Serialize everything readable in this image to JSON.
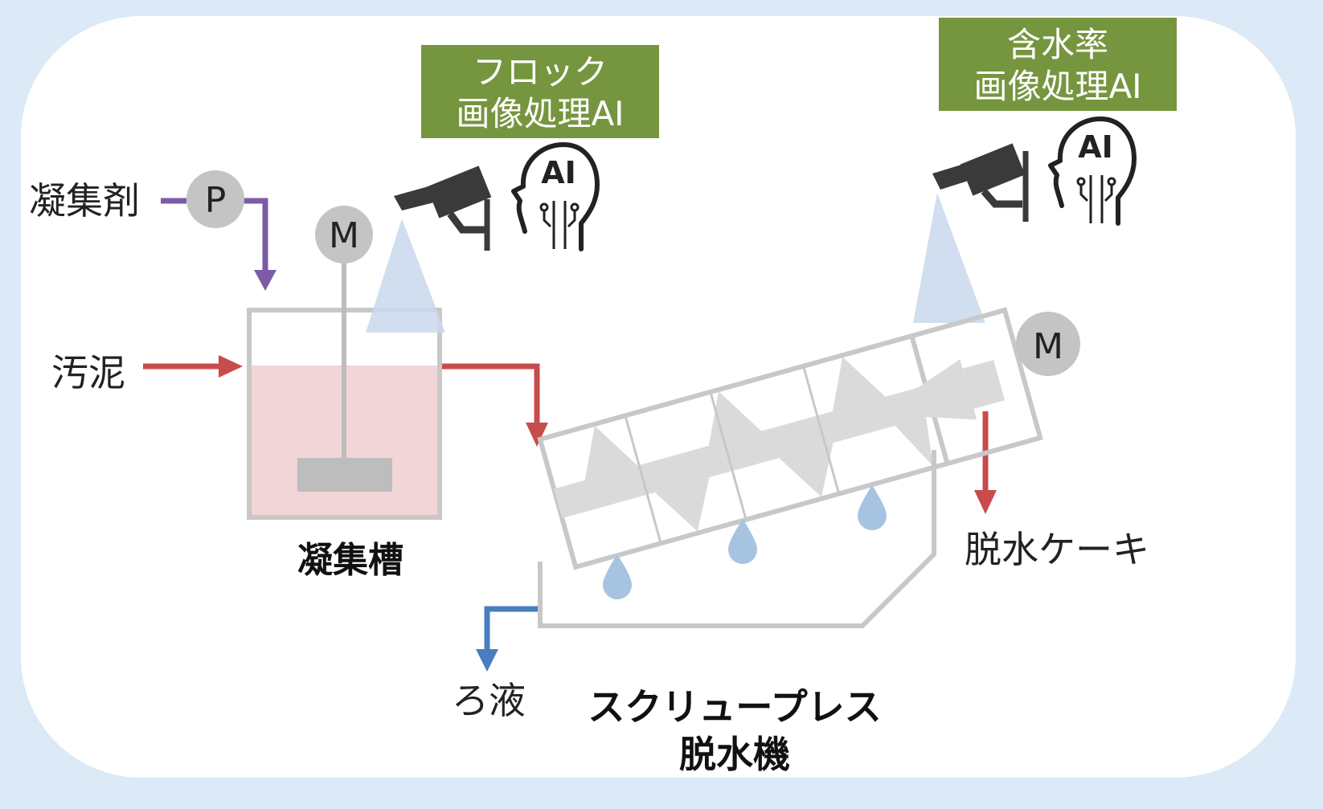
{
  "labels": {
    "coagulant": "凝集剤",
    "pump": "P",
    "motor_tank": "M",
    "sludge": "汚泥",
    "tank": "凝集槽",
    "filtrate": "ろ液",
    "press_line1": "スクリュープレス",
    "press_line2": "脱水機",
    "motor_press": "M",
    "cake": "脱水ケーキ"
  },
  "ai_boxes": {
    "floc": {
      "line1": "フロック",
      "line2": "画像処理AI"
    },
    "moisture": {
      "line1": "含水率",
      "line2": "画像処理AI"
    }
  },
  "ai_icon_text": "AI",
  "colors": {
    "background": "#dce9f6",
    "ai_box": "#76953f",
    "sludge_flow": "#c84c4c",
    "coagulant_flow": "#7e5ba6",
    "filtrate_flow": "#4a7dbf",
    "camera": "#3a3a3a",
    "camera_cone": "#c9d8ec",
    "equipment": "#c8c8c8",
    "tank_liquid": "#f2d5d6",
    "droplet": "#a7c3e2"
  }
}
